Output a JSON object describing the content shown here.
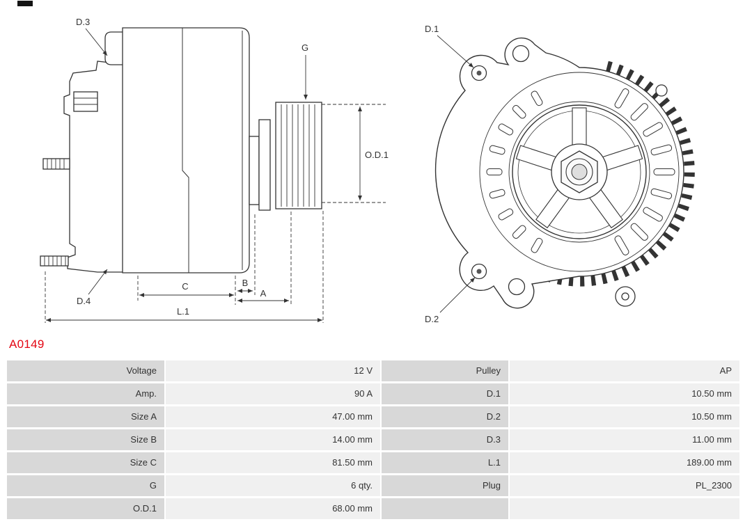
{
  "part": {
    "number": "A0149"
  },
  "drawing": {
    "side_labels": {
      "d3": "D.3",
      "d4": "D.4",
      "g": "G",
      "od1": "O.D.1",
      "c": "C",
      "b": "B",
      "a": "A",
      "l1": "L.1"
    },
    "front_labels": {
      "d1": "D.1",
      "d2": "D.2"
    }
  },
  "spec_table": {
    "rows": [
      {
        "l_label": "Voltage",
        "l_value": "12 V",
        "r_label": "Pulley",
        "r_value": "AP"
      },
      {
        "l_label": "Amp.",
        "l_value": "90 A",
        "r_label": "D.1",
        "r_value": "10.50 mm"
      },
      {
        "l_label": "Size A",
        "l_value": "47.00 mm",
        "r_label": "D.2",
        "r_value": "10.50 mm"
      },
      {
        "l_label": "Size B",
        "l_value": "14.00 mm",
        "r_label": "D.3",
        "r_value": "11.00 mm"
      },
      {
        "l_label": "Size C",
        "l_value": "81.50 mm",
        "r_label": "L.1",
        "r_value": "189.00 mm"
      },
      {
        "l_label": "G",
        "l_value": "6 qty.",
        "r_label": "Plug",
        "r_value": "PL_2300"
      },
      {
        "l_label": "O.D.1",
        "l_value": "68.00 mm",
        "r_label": "",
        "r_value": ""
      }
    ]
  },
  "colors": {
    "part_number": "#e30613",
    "label_cell_bg": "#d8d8d8",
    "value_cell_bg": "#f0f0f0",
    "line": "#333333"
  }
}
